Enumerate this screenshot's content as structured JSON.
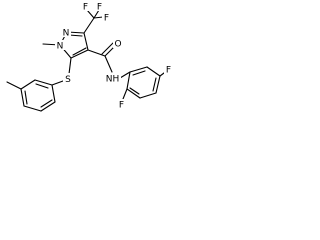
{
  "molecule": {
    "atoms": {
      "f_top_left": "F",
      "f_top_center": "F",
      "f_top_right": "F",
      "n_ring_top": "N",
      "n_ring_left": "N",
      "o_carbonyl": "O",
      "s_thioether": "S",
      "nh_amide": "NH",
      "f_right_ring": "F",
      "f_bottom_ring": "F"
    }
  }
}
